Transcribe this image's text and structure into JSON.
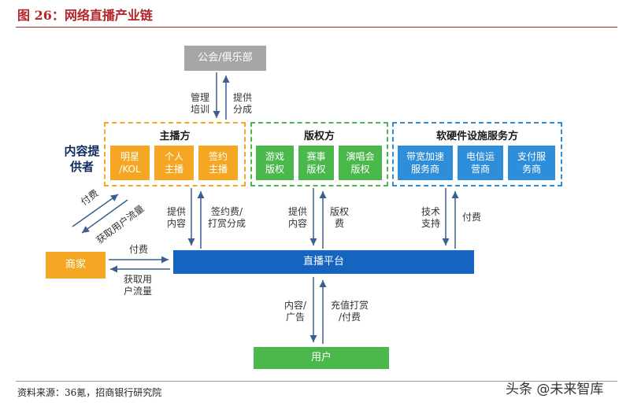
{
  "figure_title": "图 26：网络直播产业链",
  "source_note": "资料来源：36氪，招商银行研究院",
  "watermark": "头条 @未来智库",
  "nodes": {
    "guild": "公会/俱乐部",
    "content_provider": "内容提\n供者",
    "merchant": "商家",
    "platform": "直播平台",
    "user": "用户"
  },
  "groups": {
    "anchor": {
      "title": "主播方",
      "items": [
        "明星\n/KOL",
        "个人\n主播",
        "签约\n主播"
      ]
    },
    "rights": {
      "title": "版权方",
      "items": [
        "游戏\n版权",
        "赛事\n版权",
        "演唱会\n版权"
      ]
    },
    "service": {
      "title": "软硬件设施服务方",
      "items": [
        "带宽加速\n服务商",
        "电信运\n营商",
        "支付服\n务商"
      ]
    }
  },
  "flows": {
    "guild_down": "管理\n培训",
    "guild_up": "提供\n分成",
    "anchor_down": "提供\n内容",
    "anchor_up": "签约费/\n打赏分成",
    "rights_down": "提供\n内容",
    "rights_up": "版权\n费",
    "service_down": "技术\n支持",
    "service_up": "付费",
    "merchant_to_anchor": "付费",
    "anchor_to_merchant": "获取用户流量",
    "merchant_to_platform": "付费",
    "platform_to_merchant": "获取用\n户流量",
    "user_up": "内容/\n广告",
    "user_pay": "充值打赏\n/付费"
  },
  "colors": {
    "title_red": "#b3262b",
    "anchor_orange": "#f5a623",
    "rights_green": "#4bb84b",
    "service_blue": "#2f8ed9",
    "platform_navy": "#1565c0",
    "guild_grey": "#a6a6a6"
  }
}
